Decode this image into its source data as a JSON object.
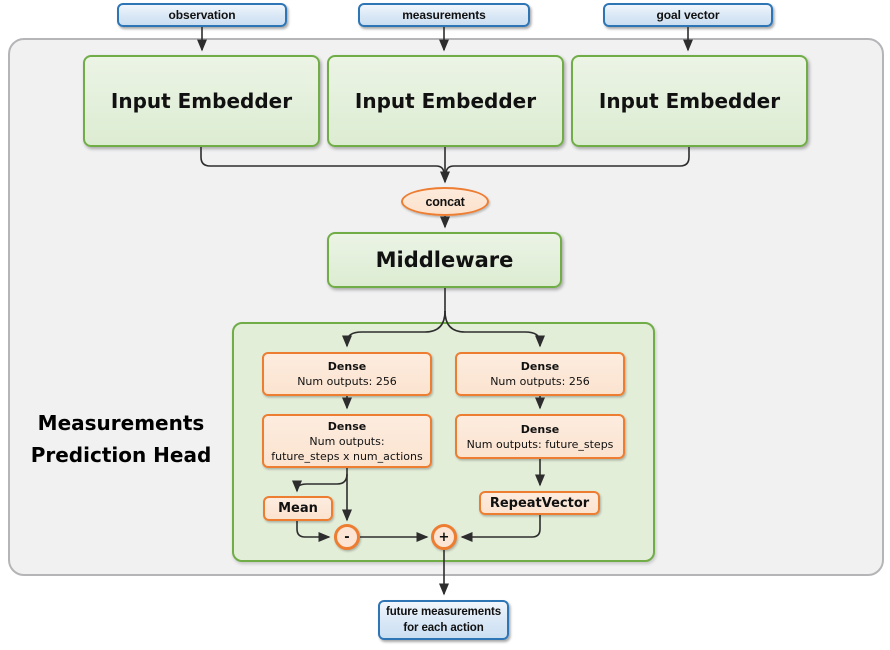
{
  "sources": [
    {
      "label": "observation"
    },
    {
      "label": "measurements"
    },
    {
      "label": "goal vector"
    }
  ],
  "embedders": [
    {
      "label": "Input Embedder"
    },
    {
      "label": "Input Embedder"
    },
    {
      "label": "Input Embedder"
    }
  ],
  "concat": {
    "label": "concat"
  },
  "middleware": {
    "label": "Middleware"
  },
  "head": {
    "title": {
      "line1": "Measurements",
      "line2": "Prediction Head"
    },
    "dense_left_top": {
      "name": "Dense",
      "detail": "Num outputs: 256"
    },
    "dense_right_top": {
      "name": "Dense",
      "detail": "Num outputs: 256"
    },
    "dense_left_bottom": {
      "name": "Dense",
      "detail": "Num outputs:",
      "detail2": "future_steps x num_actions"
    },
    "dense_right_bottom": {
      "name": "Dense",
      "detail": "Num outputs: future_steps"
    },
    "mean": {
      "label": "Mean"
    },
    "repeat_vector": {
      "label": "RepeatVector"
    },
    "subtract": {
      "symbol": "-"
    },
    "add": {
      "symbol": "+"
    }
  },
  "output": {
    "line1": "future measurements",
    "line2": "for each action"
  },
  "colors": {
    "blue_border": "#2e75b6",
    "blue_fill": "#d9e7f6",
    "green_border": "#70ad47",
    "green_fill": "#e2efda",
    "orange_border": "#ed7d31",
    "orange_fill": "#fce5d4",
    "frame_fill": "#f1f1f2",
    "frame_border": "#b5b5b8",
    "wire": "#2d2d2d"
  }
}
